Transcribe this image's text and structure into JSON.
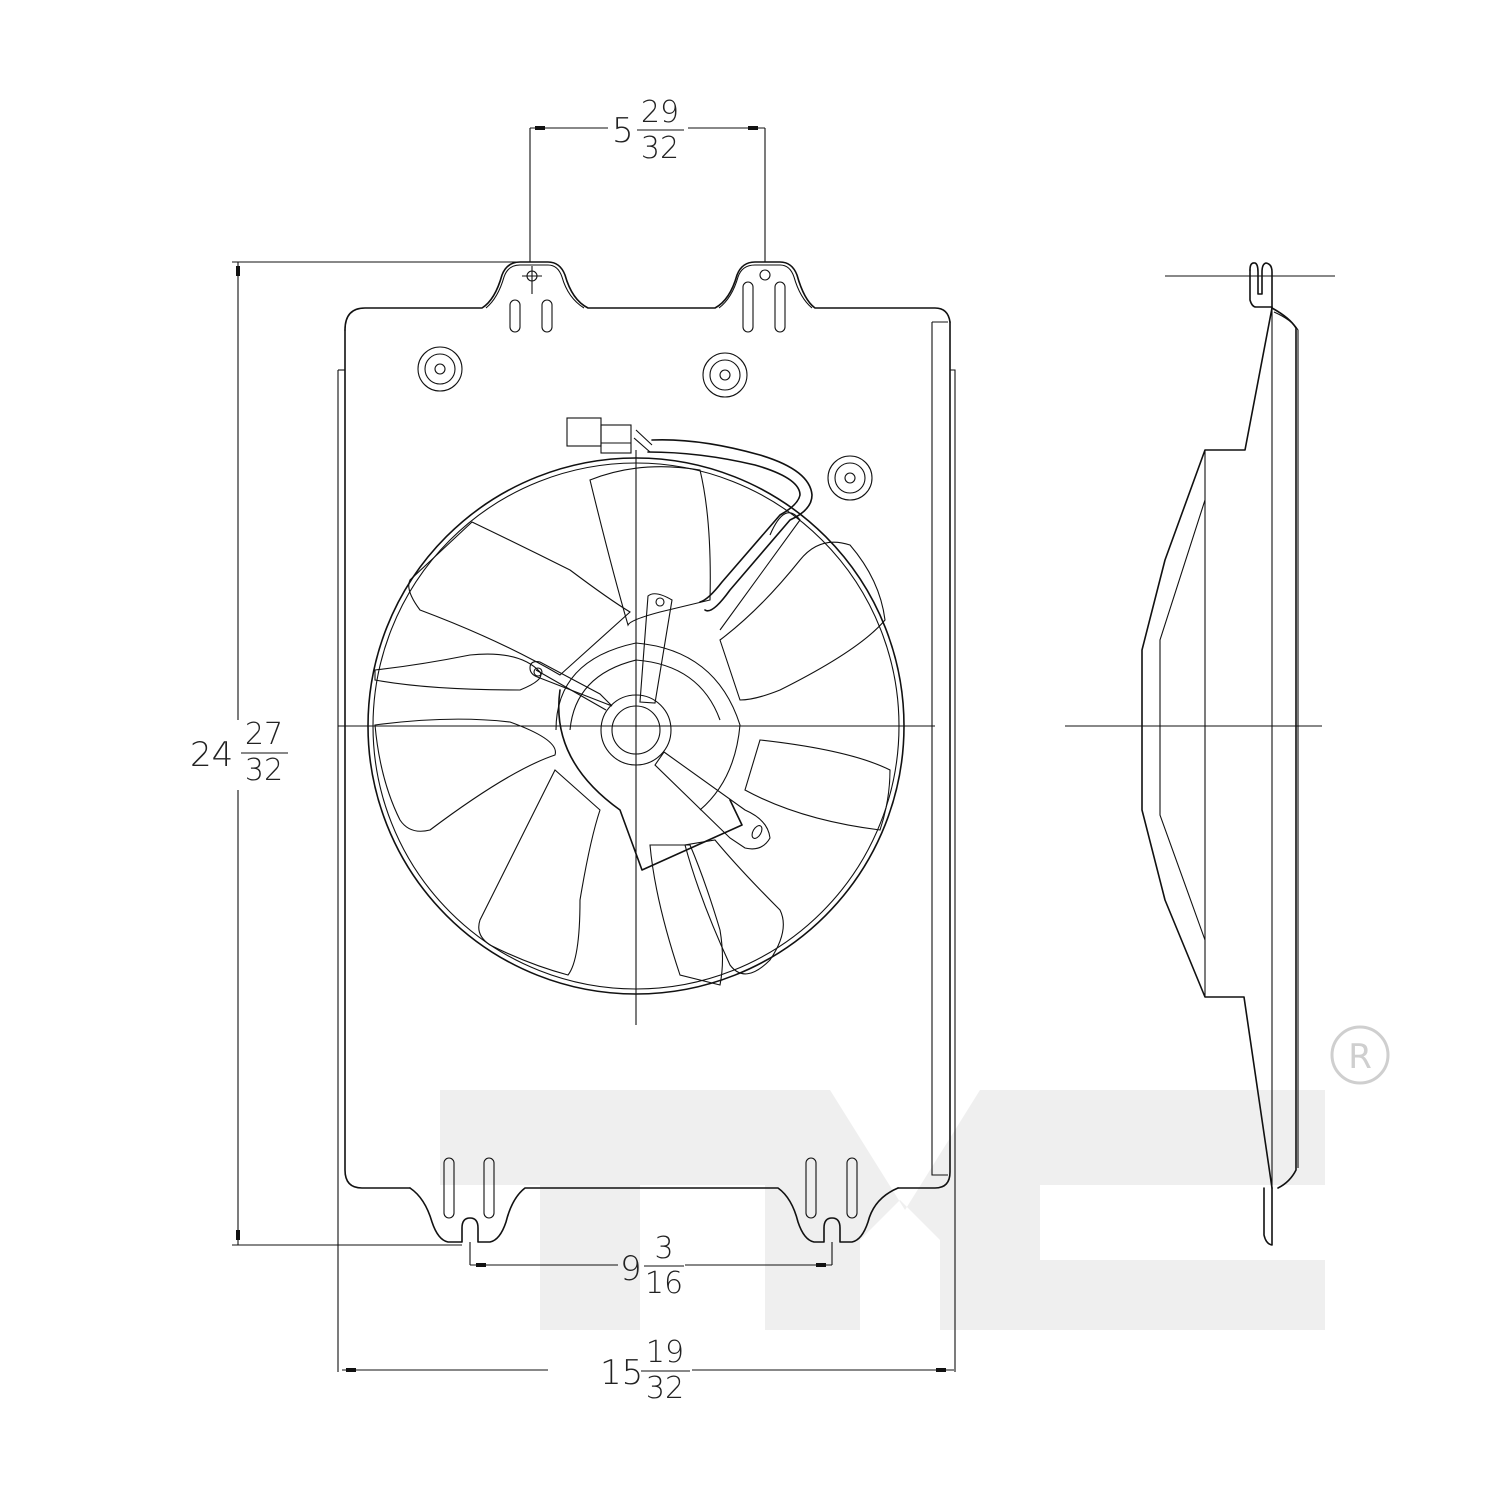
{
  "drawing": {
    "subject": "Radiator cooling fan assembly - front and side view",
    "views": [
      "front-view",
      "side-view"
    ]
  },
  "dimensions": {
    "top_mount_spacing": {
      "whole": "5",
      "num": "29",
      "den": "32"
    },
    "overall_height": {
      "whole": "24",
      "num": "27",
      "den": "32"
    },
    "bottom_mount_spacing": {
      "whole": "9",
      "num": "3",
      "den": "16"
    },
    "overall_width": {
      "whole": "15",
      "num": "19",
      "den": "32"
    }
  },
  "watermark": {
    "text": "TYC",
    "registered_mark": "R",
    "color": "#e9e9e9"
  },
  "colors": {
    "line": "#111111",
    "background": "#ffffff"
  }
}
